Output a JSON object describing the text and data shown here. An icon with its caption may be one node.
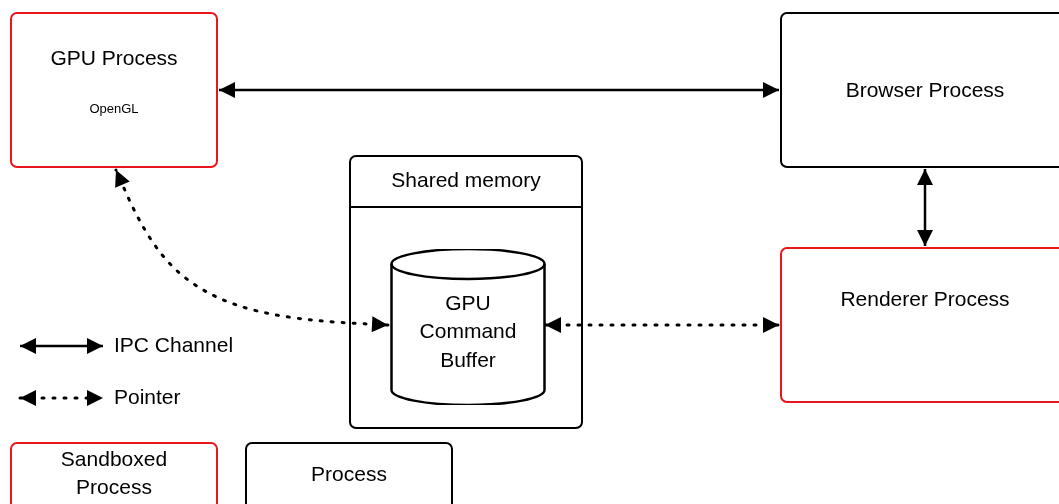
{
  "diagram": {
    "nodes": [
      {
        "text": [
          "GPU Process",
          "OpenGL"
        ]
      },
      {
        "text": [
          "Browser Process"
        ]
      },
      {
        "text": [
          "Shared memory"
        ]
      },
      {
        "text": [
          "GPU Command Buffer"
        ],
        "in": 2
      },
      {
        "text": [
          "Renderer Process"
        ]
      },
      {
        "text": [
          "Sandboxed Process"
        ]
      },
      {
        "text": [
          "Process"
        ]
      }
    ],
    "edges": [
      {
        "from": 0,
        "to": 1,
        "arrow": "both"
      },
      {
        "from": 1,
        "to": 4,
        "arrow": "both"
      },
      {
        "from": 3,
        "to": 0,
        "arrow": "both",
        "style": "dashed"
      },
      {
        "from": 3,
        "to": 4,
        "arrow": "both",
        "style": "dashed"
      }
    ],
    "legend": [
      {
        "text": "IPC Channel"
      },
      {
        "text": "Pointer"
      }
    ]
  }
}
